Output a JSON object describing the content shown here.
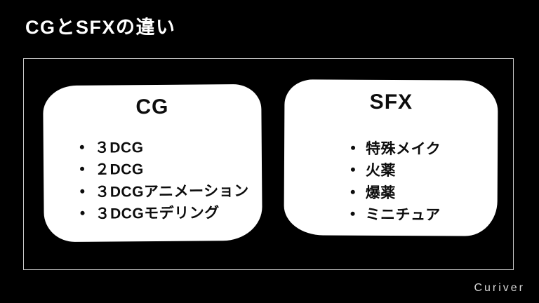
{
  "title": "CGとSFXの違い",
  "brand": "Curiver",
  "colors": {
    "background": "#000000",
    "card_fill": "#ffffff",
    "card_text": "#0d0d0d",
    "title_text": "#ffffff",
    "frame_border": "#c9c9c9",
    "brand_text": "#d6d6d6"
  },
  "cards": [
    {
      "heading": "CG",
      "items": [
        "３DCG",
        "２DCG",
        "３DCGアニメーション",
        "３DCGモデリング"
      ]
    },
    {
      "heading": "SFX",
      "items": [
        "特殊メイク",
        "火薬",
        "爆薬",
        "ミニチュア"
      ]
    }
  ]
}
